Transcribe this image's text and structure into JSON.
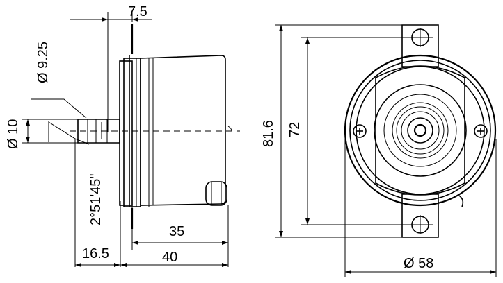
{
  "dimensions": {
    "shaft_offset": "7.5",
    "flat_diameter": "Ø 9.25",
    "shaft_diameter": "Ø 10",
    "taper_angle": "2°51'45\"",
    "flange_thickness": "16.5",
    "body_length": "35",
    "total_length": "40",
    "outer_height": "81.6",
    "hole_spacing": "72",
    "body_diameter": "Ø 58"
  }
}
